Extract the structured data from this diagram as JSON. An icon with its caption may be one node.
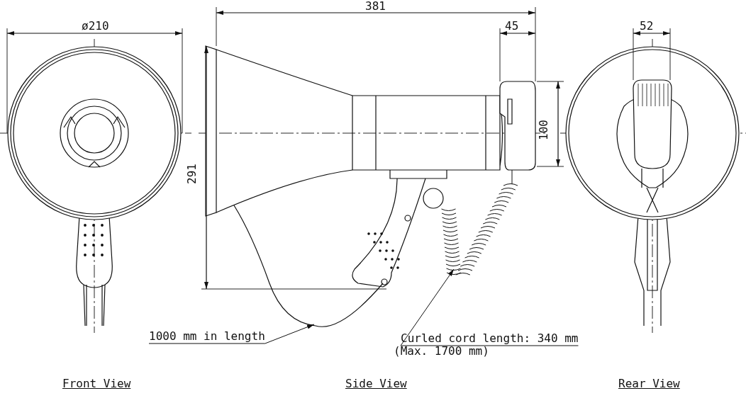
{
  "diagram": {
    "nodes": [
      {
        "text": [
          "1000 mm in length"
        ]
      },
      {
        "text": [
          "Curled cord length: 340 mm",
          "(Max. 1700 mm)"
        ]
      }
    ],
    "edges": [
      {
        "from": 0,
        "to": null,
        "arrow": "to"
      },
      {
        "from": 1,
        "to": null,
        "arrow": "to"
      }
    ],
    "labels": [
      "381",
      "ø210",
      "45",
      "52",
      "100",
      "291",
      "Front View",
      "Side View",
      "Rear View"
    ]
  }
}
